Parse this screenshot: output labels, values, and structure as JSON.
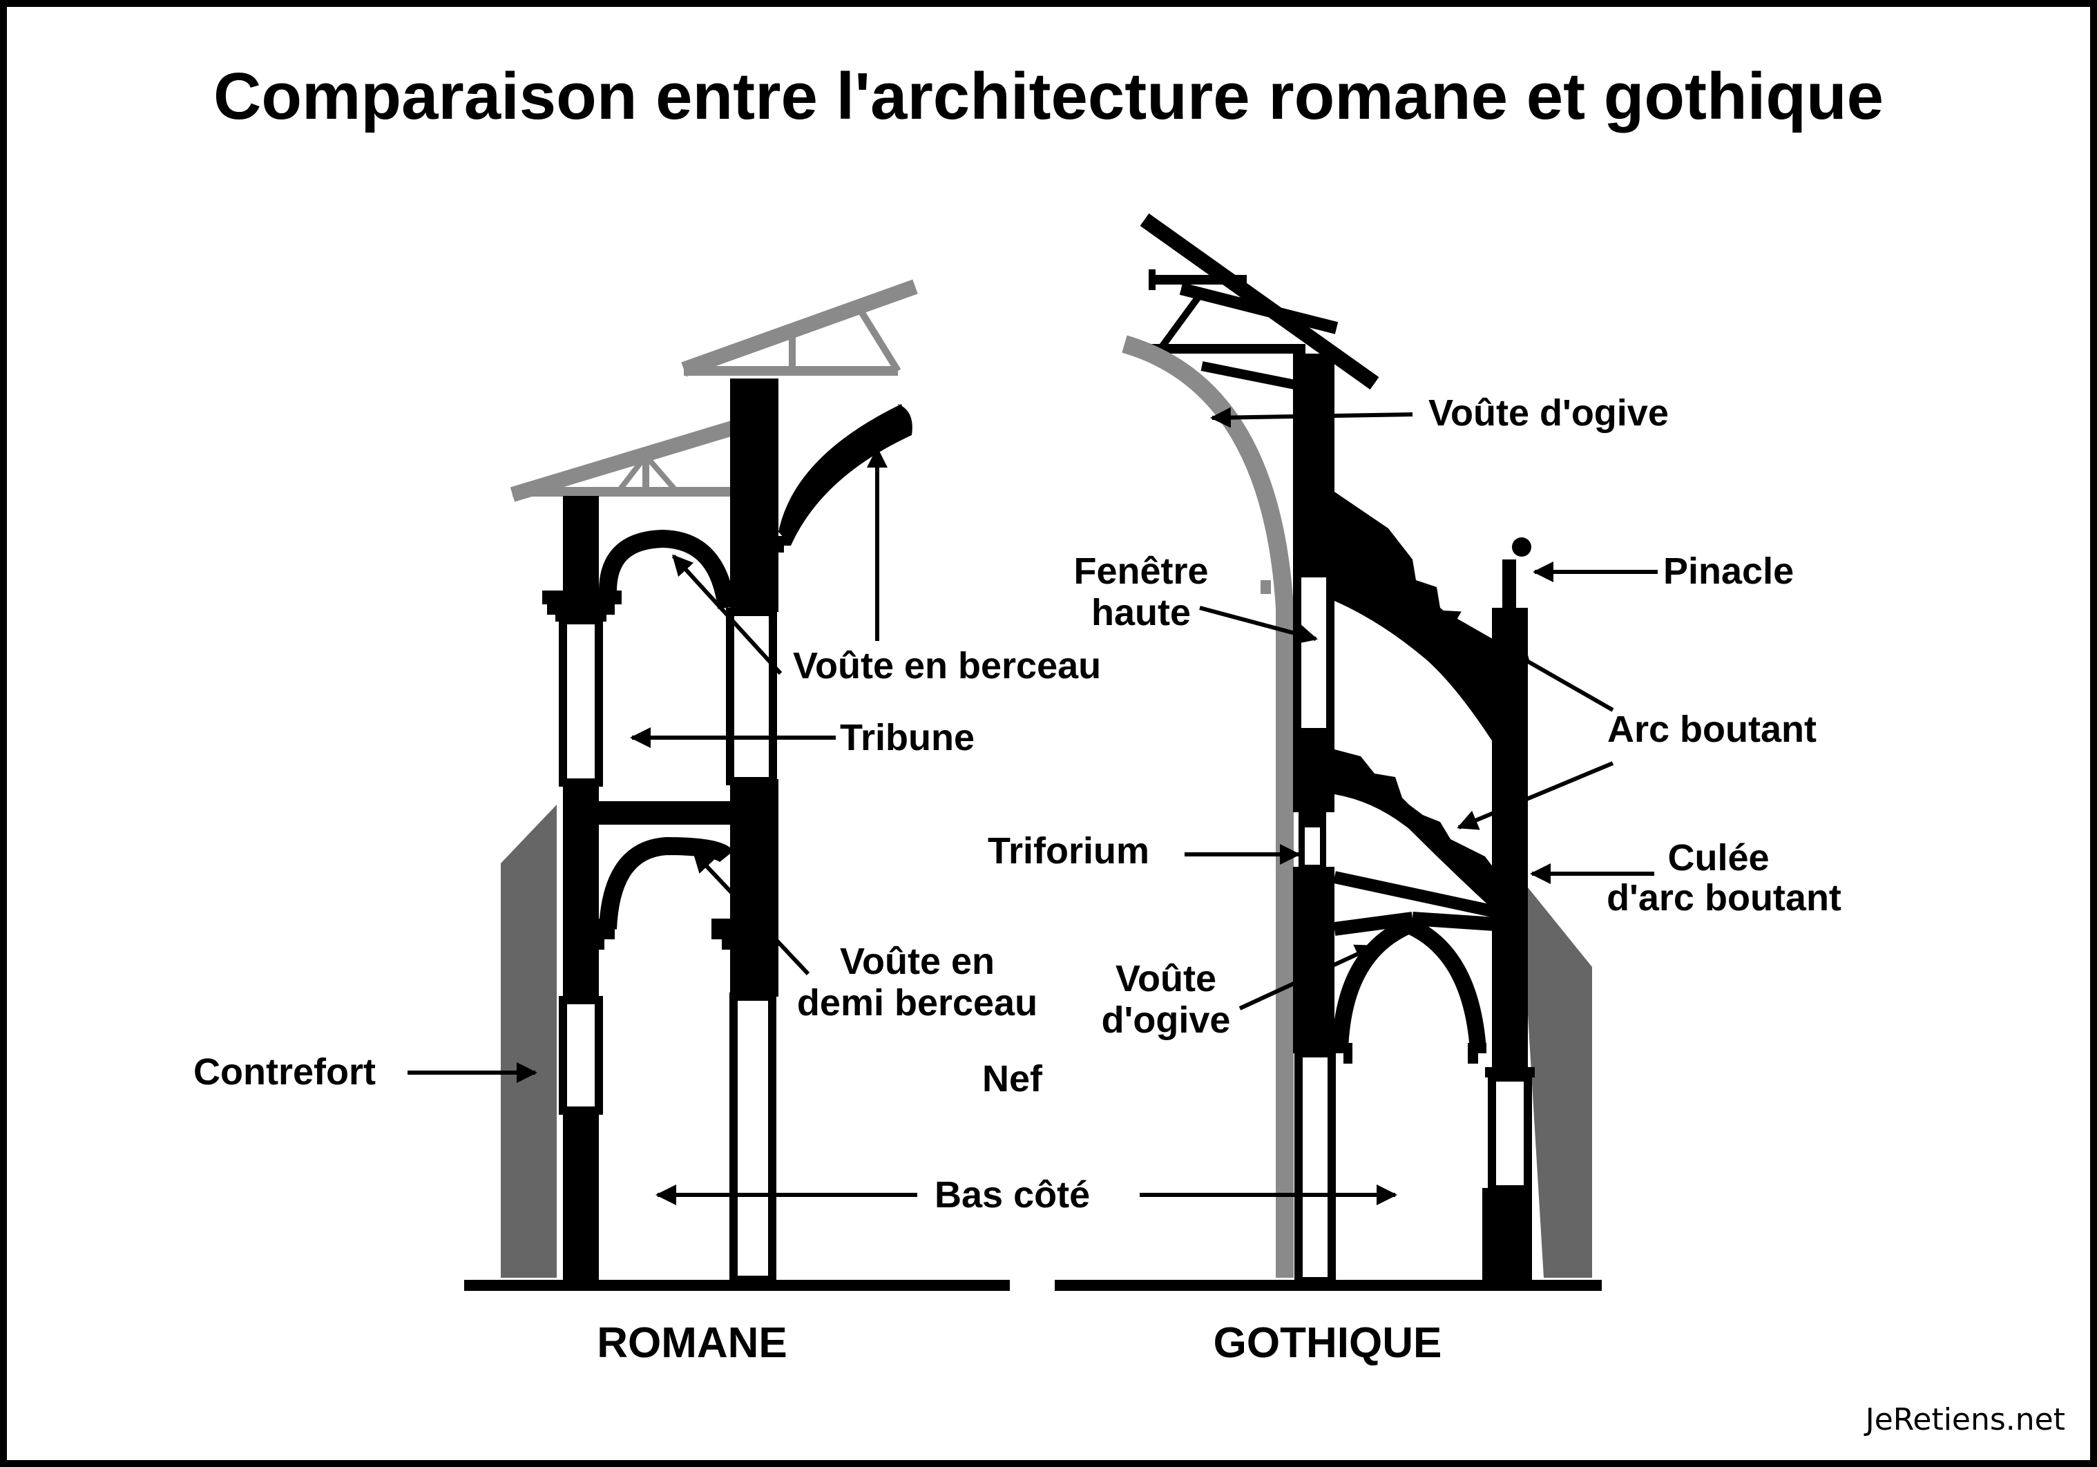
{
  "title": "Comparaison entre l'architecture romane et gothique",
  "colors": {
    "structure": "#000000",
    "roof": "#8a8a8a",
    "buttress": "#666666",
    "background": "#ffffff"
  },
  "romane": {
    "caption": "ROMANE",
    "labels": {
      "voute_berceau": "Voûte en berceau",
      "tribune": "Tribune",
      "voute_demi_line1": "Voûte en",
      "voute_demi_line2": "demi berceau",
      "contrefort": "Contrefort",
      "nef": "Nef"
    }
  },
  "shared": {
    "bas_cote": "Bas côté"
  },
  "gothique": {
    "caption": "GOTHIQUE",
    "labels": {
      "voute_ogive_top": "Voûte d'ogive",
      "fenetre_line1": "Fenêtre",
      "fenetre_line2": "haute",
      "pinacle": "Pinacle",
      "arc_boutant": "Arc boutant",
      "triforium": "Triforium",
      "culee_line1": "Culée",
      "culee_line2": "d'arc boutant",
      "voute_ogive_line1": "Voûte",
      "voute_ogive_line2": "d'ogive"
    }
  },
  "credit": "JeRetiens.net"
}
